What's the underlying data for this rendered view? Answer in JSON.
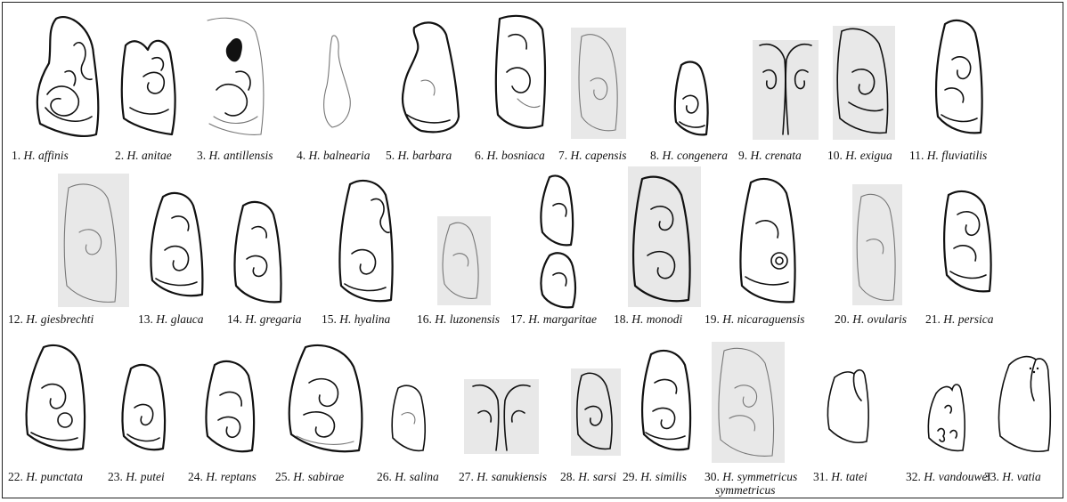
{
  "figure": {
    "rows": [
      {
        "specimens": [
          {
            "num": "1.",
            "name": "H. affinis"
          },
          {
            "num": "2.",
            "name": "H. anitae"
          },
          {
            "num": "3.",
            "name": "H. antillensis"
          },
          {
            "num": "4.",
            "name": "H. balnearia"
          },
          {
            "num": "5.",
            "name": "H. barbara"
          },
          {
            "num": "6.",
            "name": "H. bosniaca"
          },
          {
            "num": "7.",
            "name": "H. capensis"
          },
          {
            "num": "8.",
            "name": "H. congenera"
          },
          {
            "num": "9.",
            "name": "H. crenata"
          },
          {
            "num": "10.",
            "name": "H. exigua"
          },
          {
            "num": "11.",
            "name": "H. fluviatilis"
          }
        ]
      },
      {
        "specimens": [
          {
            "num": "12.",
            "name": "H. giesbrechti"
          },
          {
            "num": "13.",
            "name": "H. glauca"
          },
          {
            "num": "14.",
            "name": "H. gregaria"
          },
          {
            "num": "15.",
            "name": "H. hyalina"
          },
          {
            "num": "16.",
            "name": "H. luzonensis"
          },
          {
            "num": "17.",
            "name": "H. margaritae"
          },
          {
            "num": "18.",
            "name": "H. monodi"
          },
          {
            "num": "19.",
            "name": "H. nicaraguensis"
          },
          {
            "num": "20.",
            "name": "H. ovularis"
          },
          {
            "num": "21.",
            "name": "H. persica"
          }
        ]
      },
      {
        "specimens": [
          {
            "num": "22.",
            "name": "H. punctata"
          },
          {
            "num": "23.",
            "name": "H. putei"
          },
          {
            "num": "24.",
            "name": "H. reptans"
          },
          {
            "num": "25.",
            "name": "H. sabirae"
          },
          {
            "num": "26.",
            "name": "H. salina"
          },
          {
            "num": "27.",
            "name": "H. sanukiensis"
          },
          {
            "num": "28.",
            "name": "H. sarsi"
          },
          {
            "num": "29.",
            "name": "H. similis"
          },
          {
            "num": "30.",
            "name": "H. symmetricus",
            "name_line2": "symmetricus"
          },
          {
            "num": "31.",
            "name": "H. tatei"
          },
          {
            "num": "32.",
            "name": "H. vandouwei"
          },
          {
            "num": "33.",
            "name": "H. vatia"
          }
        ]
      }
    ]
  }
}
